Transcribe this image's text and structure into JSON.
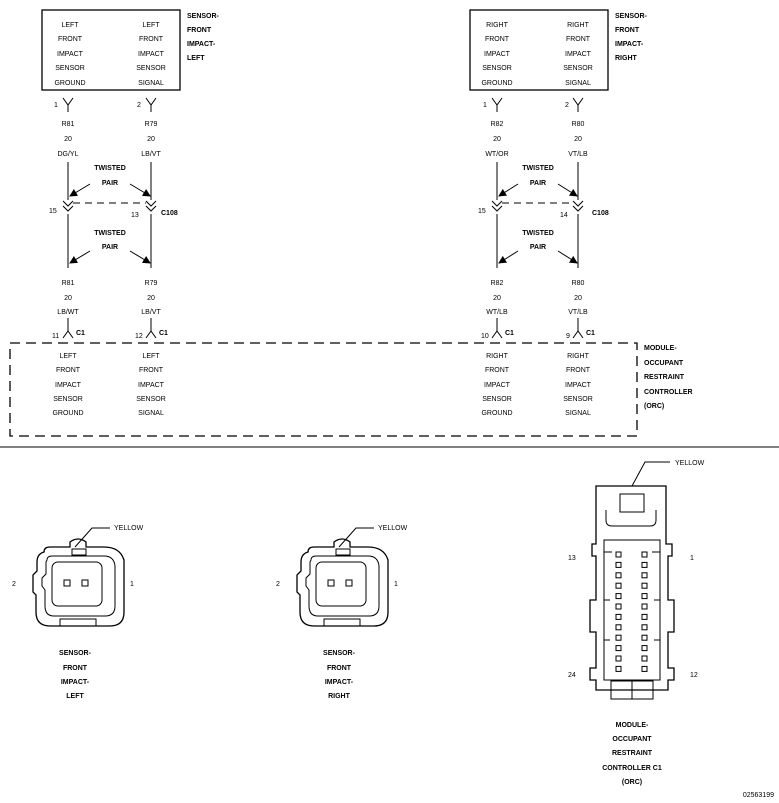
{
  "sensor_left": {
    "title": [
      "SENSOR-",
      "FRONT",
      "IMPACT-",
      "LEFT"
    ],
    "pin1_lines": [
      "LEFT",
      "FRONT",
      "IMPACT",
      "SENSOR",
      "GROUND"
    ],
    "pin2_lines": [
      "LEFT",
      "FRONT",
      "IMPACT",
      "SENSOR",
      "SIGNAL"
    ]
  },
  "sensor_right": {
    "title": [
      "SENSOR-",
      "FRONT",
      "IMPACT-",
      "RIGHT"
    ],
    "pin1_lines": [
      "RIGHT",
      "FRONT",
      "IMPACT",
      "SENSOR",
      "GROUND"
    ],
    "pin2_lines": [
      "RIGHT",
      "FRONT",
      "IMPACT",
      "SENSOR",
      "SIGNAL"
    ]
  },
  "wires": {
    "left_a_top": {
      "pin": "1",
      "circuit": "R81",
      "gauge": "20",
      "color": "DG/YL"
    },
    "left_b_top": {
      "pin": "2",
      "circuit": "R79",
      "gauge": "20",
      "color": "LB/VT"
    },
    "right_a_top": {
      "pin": "1",
      "circuit": "R82",
      "gauge": "20",
      "color": "WT/OR"
    },
    "right_b_top": {
      "pin": "2",
      "circuit": "R80",
      "gauge": "20",
      "color": "VT/LB"
    },
    "left_a_bot": {
      "circuit": "R81",
      "gauge": "20",
      "color": "LB/WT",
      "pin": "11",
      "conn": "C1"
    },
    "left_b_bot": {
      "circuit": "R79",
      "gauge": "20",
      "color": "LB/VT",
      "pin": "12",
      "conn": "C1"
    },
    "right_a_bot": {
      "circuit": "R82",
      "gauge": "20",
      "color": "WT/LB",
      "pin": "10",
      "conn": "C1"
    },
    "right_b_bot": {
      "circuit": "R80",
      "gauge": "20",
      "color": "VT/LB",
      "pin": "9",
      "conn": "C1"
    }
  },
  "twisted_pair": [
    "TWISTED",
    "PAIR"
  ],
  "c108": {
    "label": "C108",
    "left_pins": [
      "15",
      "13"
    ],
    "right_pins": [
      "15",
      "14"
    ]
  },
  "module": {
    "title": [
      "MODULE-",
      "OCCUPANT",
      "RESTRAINT",
      "CONTROLLER",
      "(ORC)"
    ],
    "pin11_lines": [
      "LEFT",
      "FRONT",
      "IMPACT",
      "SENSOR",
      "GROUND"
    ],
    "pin12_lines": [
      "LEFT",
      "FRONT",
      "IMPACT",
      "SENSOR",
      "SIGNAL"
    ],
    "pin10_lines": [
      "RIGHT",
      "FRONT",
      "IMPACT",
      "SENSOR",
      "GROUND"
    ],
    "pin9_lines": [
      "RIGHT",
      "FRONT",
      "IMPACT",
      "SENSOR",
      "SIGNAL"
    ]
  },
  "connector_views": {
    "left": {
      "color": "YELLOW",
      "pin_left": "2",
      "pin_right": "1",
      "caption": [
        "SENSOR-",
        "FRONT",
        "IMPACT-",
        "LEFT"
      ]
    },
    "right": {
      "color": "YELLOW",
      "pin_left": "2",
      "pin_right": "1",
      "caption": [
        "SENSOR-",
        "FRONT",
        "IMPACT-",
        "RIGHT"
      ]
    },
    "orc": {
      "color": "YELLOW",
      "pin_tl": "13",
      "pin_tr": "1",
      "pin_bl": "24",
      "pin_br": "12",
      "caption": [
        "MODULE-",
        "OCCUPANT",
        "RESTRAINT",
        "CONTROLLER C1",
        "(ORC)"
      ]
    }
  },
  "figure_id": "02563199"
}
